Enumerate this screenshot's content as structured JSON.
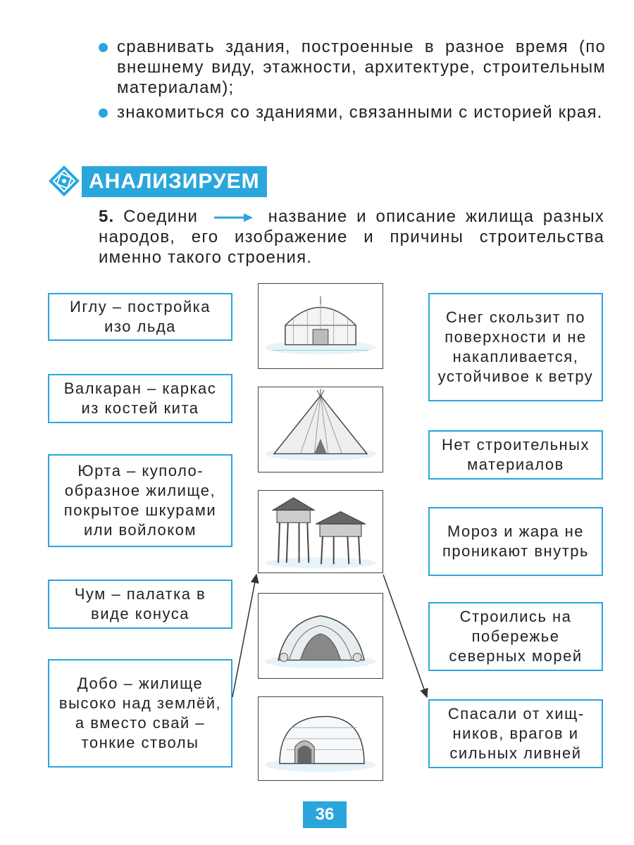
{
  "bullets": [
    "сравнивать здания, построенные в разное время (по внешнему виду, этажности, архитектуре, строительным материалам);",
    "знакомиться со зданиями, связанными с истори­ей края."
  ],
  "section": {
    "title": "АНАЛИЗИРУЕМ",
    "icon": "diamond-emblem-icon"
  },
  "task": {
    "number": "5.",
    "before_arrow": "Соедини",
    "after_arrow": "название и описание жилища разных народов, его изображение и причины строительства именно такого строения."
  },
  "left_boxes": [
    "Иглу – постройка изо льда",
    "Валкаран – каркас из костей кита",
    "Юрта – куполо­образное жилище, покрытое шкурами или войлоком",
    "Чум – палатка в виде конуса",
    "Добо – жилище высоко над зем­лёй, а вместо свай – тонкие стволы"
  ],
  "pictures": [
    "yurt-picture",
    "chum-picture",
    "dobo-stilt-house-picture",
    "valkaran-whalebone-picture",
    "igloo-picture"
  ],
  "right_boxes": [
    "Снег скользит по поверхности и не накаплива­ется, устойчивое к ветру",
    "Нет строительных материалов",
    "Мороз и жара не проникают внутрь",
    "Строились на побережье северных морей",
    "Спасали от хищ­ников, врагов и сильных ливней"
  ],
  "page_number": "36",
  "colors": {
    "accent": "#2aa6dc",
    "text": "#222222",
    "line": "#333333"
  }
}
